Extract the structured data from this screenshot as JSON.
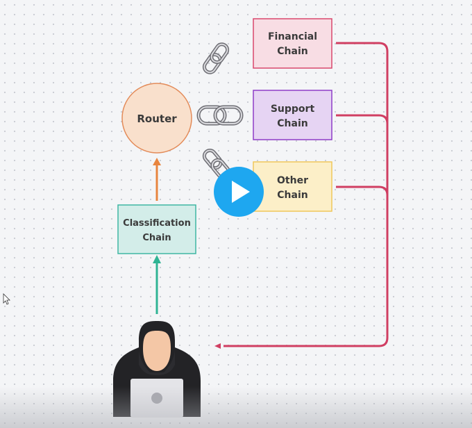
{
  "nodes": {
    "financial": {
      "line1": "Financial",
      "line2": "Chain",
      "fill": "#f8dde4",
      "stroke": "#d9476d"
    },
    "support": {
      "line1": "Support",
      "line2": "Chain",
      "fill": "#e6d4f3",
      "stroke": "#8e3dc7"
    },
    "other": {
      "line1": "Other",
      "line2": "Chain",
      "fill": "#fcefc8",
      "stroke": "#f0c75a"
    },
    "router": {
      "label": "Router",
      "fill": "#f9e0cc",
      "stroke": "#e38b59"
    },
    "classification": {
      "line1": "Classification",
      "line2": "Chain",
      "fill": "#d3ede9",
      "stroke": "#3fb6a3"
    }
  },
  "colors": {
    "return_path": "#d03e62",
    "arrow_router": "#e8853f",
    "arrow_classification": "#2fb494",
    "play_button": "#1ea7f0"
  },
  "icons": [
    "chain-link-icon",
    "play-icon",
    "hacker-avatar-icon",
    "laptop-icon",
    "mouse-pointer-icon"
  ]
}
